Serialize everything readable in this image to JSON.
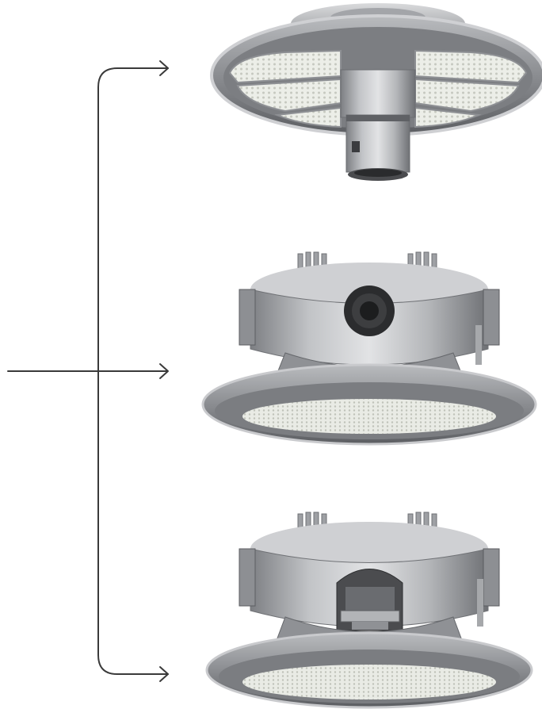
{
  "colors": {
    "background": "#ffffff",
    "connector_line": "#3a3a3a",
    "metal_light": "#d6d6d8",
    "metal_mid": "#a9abae",
    "metal_dark": "#6e7074",
    "led_panel": "#eef0ec",
    "led_dot": "#c9ccc4",
    "shadow": "#2d2e30"
  },
  "connector": {
    "input_arrow": "single-input-line",
    "branches": [
      "top-branch-arrow",
      "middle-branch-arrow",
      "bottom-branch-arrow"
    ]
  },
  "products": [
    {
      "id": "top",
      "mount_type": "post-top mount",
      "icon": "ufo-luminaire-post-top-mount"
    },
    {
      "id": "middle",
      "mount_type": "pendant mount",
      "icon": "ufo-luminaire-pendant-mount"
    },
    {
      "id": "bottom",
      "mount_type": "bracket mount",
      "icon": "ufo-luminaire-bracket-mount"
    }
  ]
}
